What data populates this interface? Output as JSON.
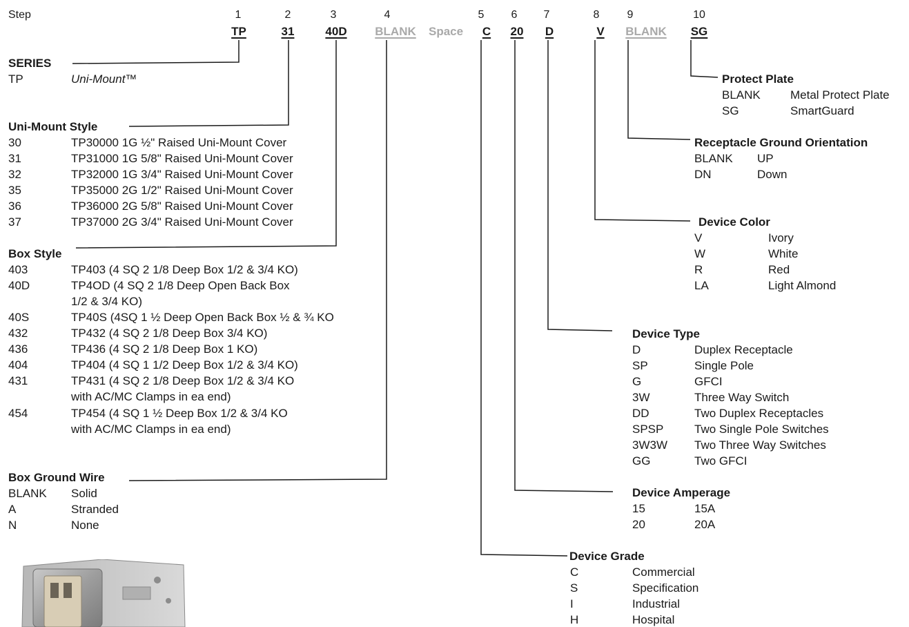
{
  "step_label": "Step",
  "steps": [
    {
      "num": "1",
      "code": "TP"
    },
    {
      "num": "2",
      "code": "31"
    },
    {
      "num": "3",
      "code": "40D"
    },
    {
      "num": "4",
      "code": "BLANK"
    },
    {
      "num": "",
      "code": "Space"
    },
    {
      "num": "5",
      "code": "C"
    },
    {
      "num": "6",
      "code": "20"
    },
    {
      "num": "7",
      "code": "D"
    },
    {
      "num": "8",
      "code": "V"
    },
    {
      "num": "9",
      "code": "BLANK"
    },
    {
      "num": "10",
      "code": "SG"
    }
  ],
  "series": {
    "title": "SERIES",
    "rows": [
      {
        "code": "TP",
        "desc": "Uni-Mount™"
      }
    ]
  },
  "uni_mount_style": {
    "title": "Uni-Mount Style",
    "rows": [
      {
        "code": "30",
        "desc": "TP30000 1G ½\" Raised Uni-Mount Cover"
      },
      {
        "code": "31",
        "desc": "TP31000 1G 5/8\" Raised Uni-Mount Cover"
      },
      {
        "code": "32",
        "desc": "TP32000 1G 3/4\" Raised Uni-Mount Cover"
      },
      {
        "code": "35",
        "desc": "TP35000 2G 1/2\" Raised Uni-Mount Cover"
      },
      {
        "code": "36",
        "desc": "TP36000 2G 5/8\" Raised Uni-Mount Cover"
      },
      {
        "code": "37",
        "desc": "TP37000 2G 3/4\" Raised Uni-Mount Cover"
      }
    ]
  },
  "box_style": {
    "title": "Box Style",
    "rows": [
      {
        "code": "403",
        "desc": "TP403 (4 SQ 2 1/8 Deep Box 1/2 & 3/4 KO)"
      },
      {
        "code": "40D",
        "desc": "TP4OD (4 SQ 2 1/8 Deep Open Back Box"
      },
      {
        "code": "",
        "desc": "1/2 & 3/4 KO)"
      },
      {
        "code": "40S",
        "desc": "TP40S (4SQ 1 ½ Deep Open Back Box ½ & ¾ KO"
      },
      {
        "code": "432",
        "desc": "TP432 (4 SQ 2 1/8 Deep Box 3/4 KO)"
      },
      {
        "code": "436",
        "desc": "TP436 (4 SQ 2 1/8 Deep Box 1  KO)"
      },
      {
        "code": "404",
        "desc": "TP404 (4 SQ 1 1/2 Deep Box 1/2 & 3/4 KO)"
      },
      {
        "code": "431",
        "desc": "TP431 (4 SQ 2 1/8 Deep Box 1/2 & 3/4 KO"
      },
      {
        "code": "",
        "desc": "with AC/MC Clamps in ea end)"
      },
      {
        "code": "454",
        "desc": "TP454 (4 SQ 1 ½ Deep Box 1/2 & 3/4 KO"
      },
      {
        "code": "",
        "desc": "with AC/MC Clamps in ea end)"
      }
    ]
  },
  "box_ground_wire": {
    "title": "Box Ground Wire",
    "rows": [
      {
        "code": "BLANK",
        "desc": "Solid"
      },
      {
        "code": "A",
        "desc": "Stranded"
      },
      {
        "code": "N",
        "desc": "None"
      }
    ]
  },
  "protect_plate": {
    "title": "Protect Plate",
    "rows": [
      {
        "code": "BLANK",
        "desc": "Metal Protect Plate"
      },
      {
        "code": "SG",
        "desc": "SmartGuard"
      }
    ]
  },
  "receptacle_ground_orientation": {
    "title": "Receptacle Ground Orientation",
    "rows": [
      {
        "code": "BLANK",
        "desc": "UP"
      },
      {
        "code": "DN",
        "desc": "Down"
      }
    ]
  },
  "device_color": {
    "title": "Device Color",
    "rows": [
      {
        "code": "V",
        "desc": "Ivory"
      },
      {
        "code": "W",
        "desc": "White"
      },
      {
        "code": "R",
        "desc": "Red"
      },
      {
        "code": "LA",
        "desc": "Light Almond"
      }
    ]
  },
  "device_type": {
    "title": "Device Type",
    "rows": [
      {
        "code": "D",
        "desc": "Duplex Receptacle"
      },
      {
        "code": "SP",
        "desc": "Single Pole"
      },
      {
        "code": "G",
        "desc": "GFCI"
      },
      {
        "code": "3W",
        "desc": "Three Way Switch"
      },
      {
        "code": "DD",
        "desc": "Two Duplex Receptacles"
      },
      {
        "code": "SPSP",
        "desc": "Two Single Pole Switches"
      },
      {
        "code": "3W3W",
        "desc": "Two Three Way Switches"
      },
      {
        "code": "GG",
        "desc": "Two GFCI"
      }
    ]
  },
  "device_amperage": {
    "title": "Device Amperage",
    "rows": [
      {
        "code": "15",
        "desc": "15A"
      },
      {
        "code": "20",
        "desc": "20A"
      }
    ]
  },
  "device_grade": {
    "title": "Device Grade",
    "rows": [
      {
        "code": "C",
        "desc": "Commercial"
      },
      {
        "code": "S",
        "desc": "Specification"
      },
      {
        "code": "I",
        "desc": "Industrial"
      },
      {
        "code": "H",
        "desc": "Hospital"
      }
    ]
  },
  "colors": {
    "text": "#1a1a1a",
    "muted": "#a9a9a9",
    "line": "#1a1a1a"
  }
}
